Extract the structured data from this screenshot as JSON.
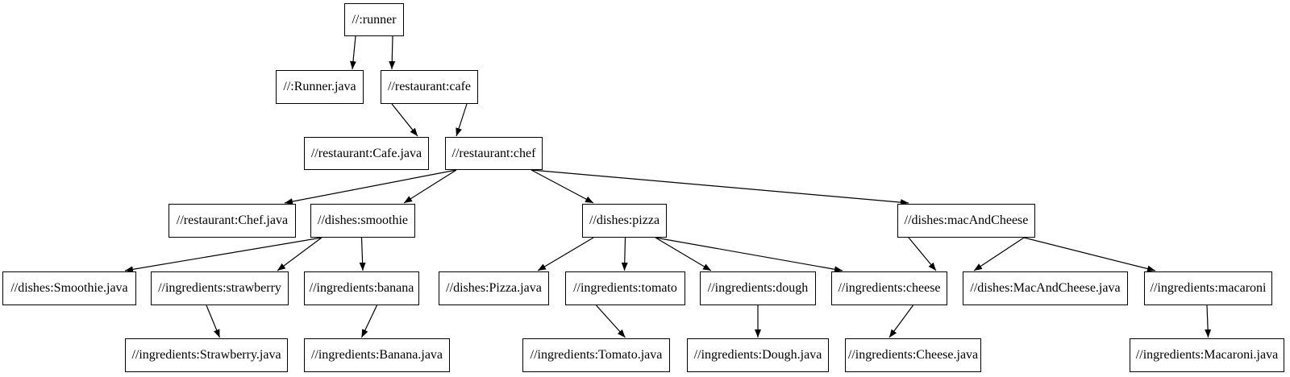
{
  "diagram": {
    "type": "dependency-graph",
    "background_color": "#ffffff",
    "node_fill_color": "#ffffff",
    "node_border_color": "#000000",
    "edge_color": "#000000",
    "nodes": [
      {
        "id": "runner",
        "label": "//:runner"
      },
      {
        "id": "runner_java",
        "label": "//:Runner.java"
      },
      {
        "id": "cafe",
        "label": "//restaurant:cafe"
      },
      {
        "id": "cafe_java",
        "label": "//restaurant:Cafe.java"
      },
      {
        "id": "chef",
        "label": "//restaurant:chef"
      },
      {
        "id": "chef_java",
        "label": "//restaurant:Chef.java"
      },
      {
        "id": "smoothie",
        "label": "//dishes:smoothie"
      },
      {
        "id": "pizza",
        "label": "//dishes:pizza"
      },
      {
        "id": "mac_and_cheese",
        "label": "//dishes:macAndCheese"
      },
      {
        "id": "smoothie_java",
        "label": "//dishes:Smoothie.java"
      },
      {
        "id": "strawberry",
        "label": "//ingredients:strawberry"
      },
      {
        "id": "banana",
        "label": "//ingredients:banana"
      },
      {
        "id": "pizza_java",
        "label": "//dishes:Pizza.java"
      },
      {
        "id": "tomato",
        "label": "//ingredients:tomato"
      },
      {
        "id": "dough",
        "label": "//ingredients:dough"
      },
      {
        "id": "cheese",
        "label": "//ingredients:cheese"
      },
      {
        "id": "mac_and_cheese_java",
        "label": "//dishes:MacAndCheese.java"
      },
      {
        "id": "macaroni",
        "label": "//ingredients:macaroni"
      },
      {
        "id": "strawberry_java",
        "label": "//ingredients:Strawberry.java"
      },
      {
        "id": "banana_java",
        "label": "//ingredients:Banana.java"
      },
      {
        "id": "tomato_java",
        "label": "//ingredients:Tomato.java"
      },
      {
        "id": "dough_java",
        "label": "//ingredients:Dough.java"
      },
      {
        "id": "cheese_java",
        "label": "//ingredients:Cheese.java"
      },
      {
        "id": "macaroni_java",
        "label": "//ingredients:Macaroni.java"
      }
    ],
    "edges": [
      {
        "from": "runner",
        "to": "runner_java"
      },
      {
        "from": "runner",
        "to": "cafe"
      },
      {
        "from": "cafe",
        "to": "cafe_java"
      },
      {
        "from": "cafe",
        "to": "chef"
      },
      {
        "from": "chef",
        "to": "chef_java"
      },
      {
        "from": "chef",
        "to": "smoothie"
      },
      {
        "from": "chef",
        "to": "pizza"
      },
      {
        "from": "chef",
        "to": "mac_and_cheese"
      },
      {
        "from": "smoothie",
        "to": "smoothie_java"
      },
      {
        "from": "smoothie",
        "to": "strawberry"
      },
      {
        "from": "smoothie",
        "to": "banana"
      },
      {
        "from": "strawberry",
        "to": "strawberry_java"
      },
      {
        "from": "banana",
        "to": "banana_java"
      },
      {
        "from": "pizza",
        "to": "pizza_java"
      },
      {
        "from": "pizza",
        "to": "tomato"
      },
      {
        "from": "pizza",
        "to": "dough"
      },
      {
        "from": "pizza",
        "to": "cheese"
      },
      {
        "from": "tomato",
        "to": "tomato_java"
      },
      {
        "from": "dough",
        "to": "dough_java"
      },
      {
        "from": "cheese",
        "to": "cheese_java"
      },
      {
        "from": "mac_and_cheese",
        "to": "cheese"
      },
      {
        "from": "mac_and_cheese",
        "to": "mac_and_cheese_java"
      },
      {
        "from": "mac_and_cheese",
        "to": "macaroni"
      },
      {
        "from": "macaroni",
        "to": "macaroni_java"
      }
    ]
  }
}
